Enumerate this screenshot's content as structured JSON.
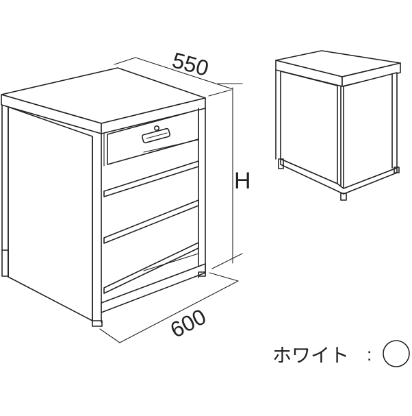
{
  "dimensions": {
    "depth": "550",
    "width": "600",
    "height": "H"
  },
  "color_legend": {
    "label": "ホワイト",
    "separator": ":",
    "swatch_color": "#ffffff"
  }
}
